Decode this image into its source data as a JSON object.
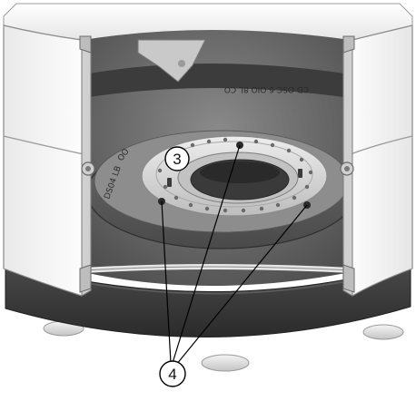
{
  "callouts": [
    {
      "id": "3",
      "label": "3"
    },
    {
      "id": "4",
      "label": "4"
    }
  ],
  "engraving": {
    "front": "DS04 LB",
    "ring_small": "OO",
    "rear": "CD OSC 6 OIO 8L CO"
  },
  "colors": {
    "housing": "#f2f2f2",
    "housing_shadow": "#bdbdbd",
    "base_dark": "#3a3a3a",
    "plate": "#5e5e5e",
    "ring": "#d8d8d8",
    "leader": "#000000"
  }
}
